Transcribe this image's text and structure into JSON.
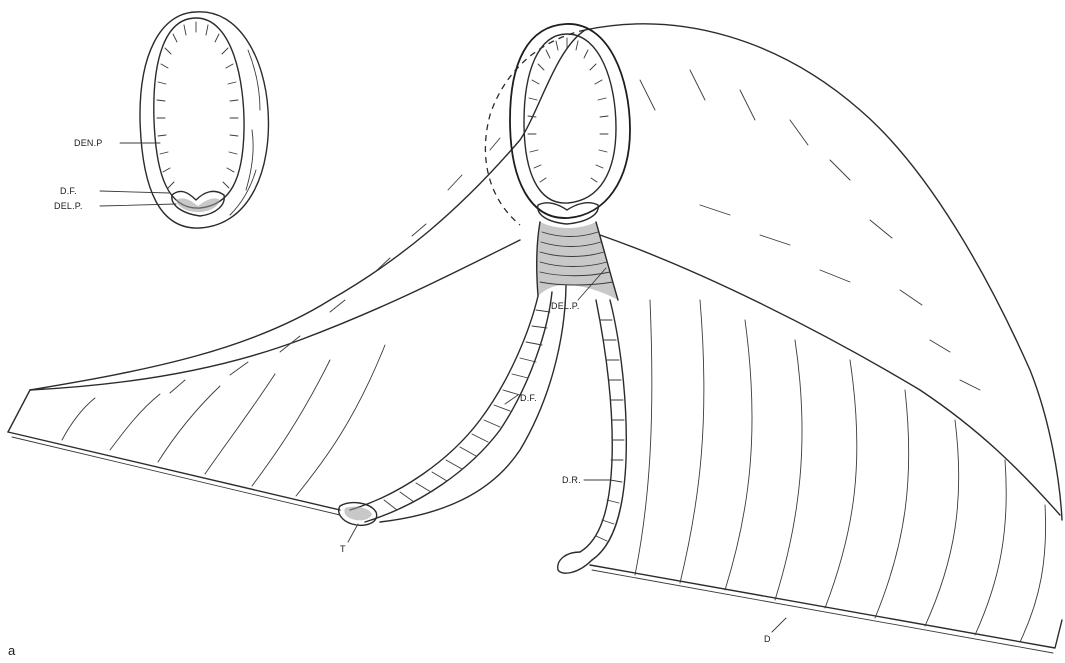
{
  "labels": {
    "den_p_inset": "DEN.P",
    "d_f_inset": "D.F.",
    "del_p_inset": "DEL.P.",
    "del_p_main": "DEL.P.",
    "d_f_main": "D.F.",
    "d_r": "D.R.",
    "t": "T",
    "d": "D"
  },
  "panel_letter": "a"
}
